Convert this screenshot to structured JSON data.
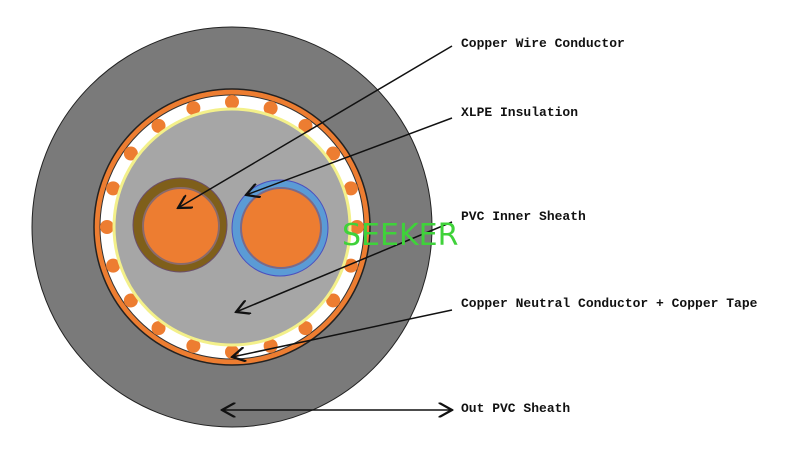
{
  "labels": {
    "conductor": "Copper Wire Conductor",
    "insulation": "XLPE Insulation",
    "inner_sheath": "PVC Inner Sheath",
    "neutral": "Copper Neutral Conductor + Copper Tape",
    "outer_sheath": "Out PVC Sheath"
  },
  "watermark": "SEEKER",
  "colors": {
    "outer_sheath": "#7a7a7a",
    "inner_sheath": "#a6a6a6",
    "copper": "#ed7d31",
    "insulation_left": "#7f5f1a",
    "insulation_right": "#5b9bd5",
    "watermark": "#3fd23a"
  }
}
